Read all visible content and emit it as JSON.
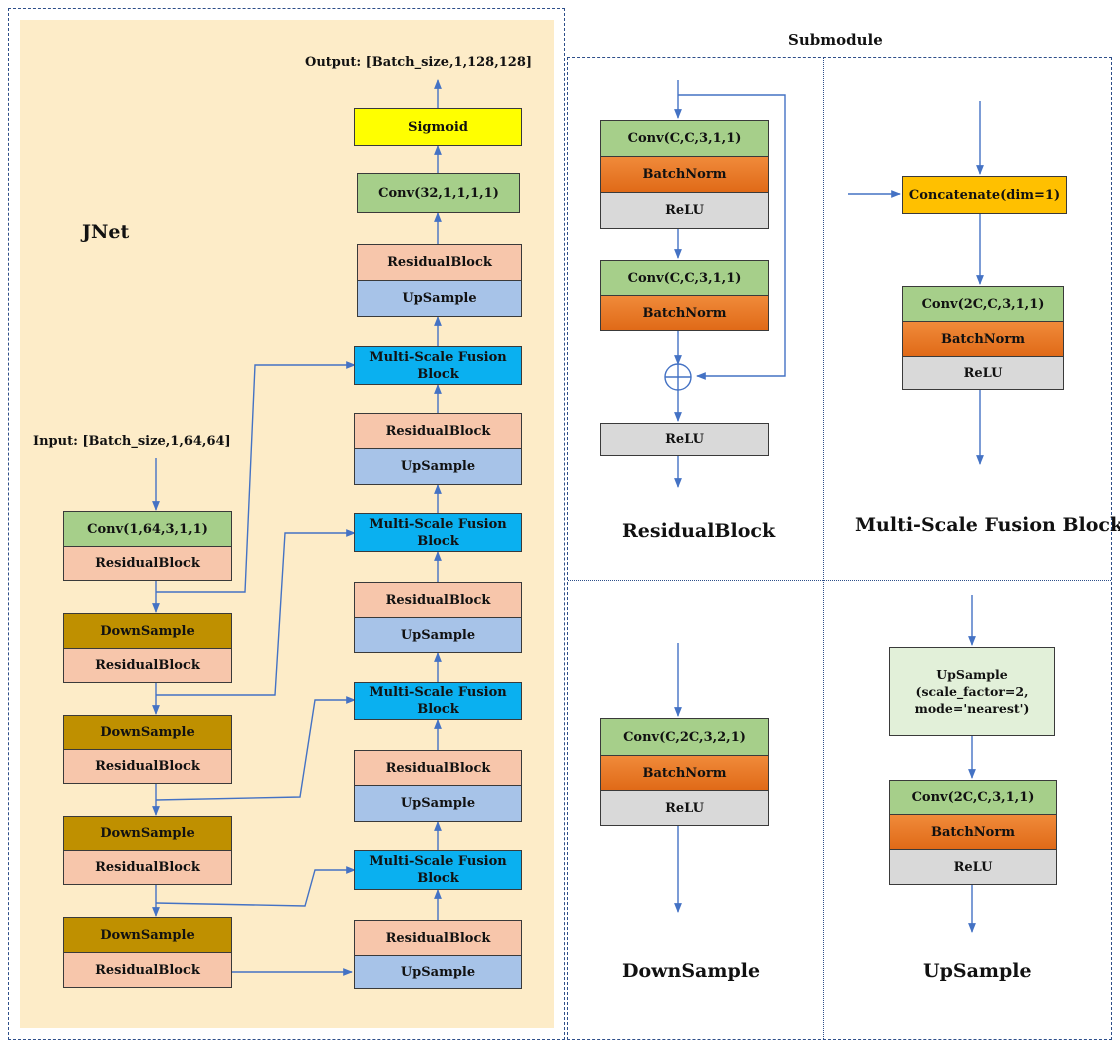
{
  "jnet": {
    "title": "JNet",
    "input_label": "Input: [Batch_size,1,64,64]",
    "output_label": "Output: [Batch_size,1,128,128]",
    "encoder": {
      "conv": "Conv(1,64,3,1,1)",
      "residual": "ResidualBlock",
      "downsample": "DownSample"
    },
    "decoder": {
      "sigmoid": "Sigmoid",
      "conv_out": "Conv(32,1,1,1,1)",
      "residual": "ResidualBlock",
      "upsample": "UpSample",
      "fusion_line1": "Multi-Scale Fusion",
      "fusion_line2": "Block"
    }
  },
  "submodule": {
    "title": "Submodule",
    "residual_block": {
      "caption": "ResidualBlock",
      "conv": "Conv(C,C,3,1,1)",
      "batchnorm": "BatchNorm",
      "relu": "ReLU"
    },
    "fusion_block": {
      "caption": "Multi-Scale Fusion Block",
      "concat": "Concatenate(dim=1)",
      "conv": "Conv(2C,C,3,1,1)",
      "batchnorm": "BatchNorm",
      "relu": "ReLU"
    },
    "downsample": {
      "caption": "DownSample",
      "conv": "Conv(C,2C,3,2,1)",
      "batchnorm": "BatchNorm",
      "relu": "ReLU"
    },
    "upsample": {
      "caption": "UpSample",
      "up_line1": "UpSample",
      "up_line2": "(scale_factor=2,",
      "up_line3": "mode='nearest')",
      "conv": "Conv(2C,C,3,1,1)",
      "batchnorm": "BatchNorm",
      "relu": "ReLU"
    }
  },
  "colors": {
    "panel": "#fdecc8",
    "conv": "#a6cf8a",
    "residual": "#f7c6ab",
    "upsample": "#a7c3e8",
    "fusion": "#0ab0f0",
    "downsample": "#bf9000",
    "sigmoid": "#ffff00",
    "batchnorm": "#e97a2a",
    "relu": "#d9d9d9",
    "concat": "#ffc000",
    "arrow": "#4472c4"
  }
}
